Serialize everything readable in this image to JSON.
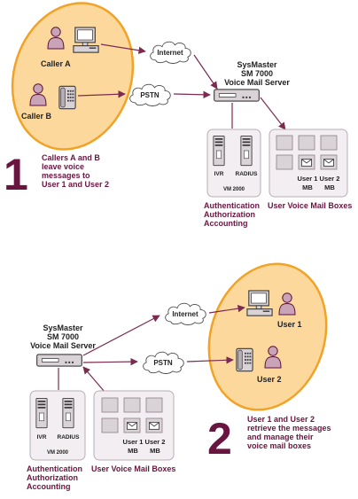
{
  "colors": {
    "accent_maroon": "#6a1540",
    "oval_fill": "#fcd89c",
    "oval_stroke": "#f2a225",
    "device_fill": "#d9d3d8",
    "box_fill": "#f2eef1",
    "arrow": "#7b2a50"
  },
  "icons": [
    "person-icon",
    "computer-icon",
    "phone-icon",
    "cloud-icon",
    "server-icon",
    "mailbox-icon",
    "envelope-icon"
  ],
  "top": {
    "caller_a": "Caller A",
    "caller_b": "Caller B",
    "internet": "Internet",
    "pstn": "PSTN",
    "server_name": "SysMaster",
    "server_model": "SM 7000",
    "server_desc": "Voice Mail Server",
    "ivr": "IVR",
    "radius": "RADIUS",
    "vm": "VM 2000",
    "aaa": [
      "Authentication",
      "Authorization",
      "Accounting"
    ],
    "mailbox_label": "User Voice Mail Boxes",
    "user1_mb": [
      "User 1",
      "MB"
    ],
    "user2_mb": [
      "User 2",
      "MB"
    ],
    "step_number": "1",
    "step_text": [
      "Callers A and B",
      "leave voice",
      "messages to",
      "User 1 and User 2"
    ]
  },
  "bottom": {
    "user1": "User 1",
    "user2": "User 2",
    "internet": "Internet",
    "pstn": "PSTN",
    "server_name": "SysMaster",
    "server_model": "SM 7000",
    "server_desc": "Voice Mail Server",
    "ivr": "IVR",
    "radius": "RADIUS",
    "vm": "VM 2000",
    "aaa": [
      "Authentication",
      "Authorization",
      "Accounting"
    ],
    "mailbox_label": "User Voice Mail Boxes",
    "user1_mb": [
      "User 1",
      "MB"
    ],
    "user2_mb": [
      "User 2",
      "MB"
    ],
    "step_number": "2",
    "step_text": [
      "User 1 and User 2",
      "retrieve the messages",
      "and manage their",
      "voice mail boxes"
    ]
  }
}
